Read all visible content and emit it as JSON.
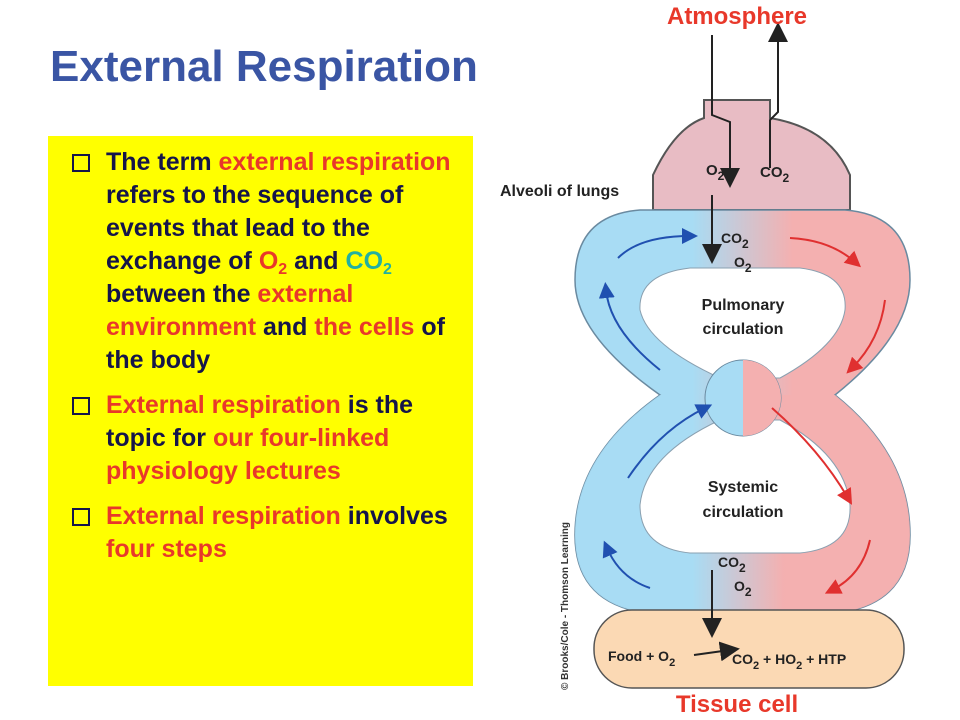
{
  "slide": {
    "title": "External Respiration",
    "bullets": [
      {
        "t1": "The term ",
        "t2": "external respiration",
        "t3": " refers to the sequence of events that lead to the exchange of ",
        "t4": "O",
        "t4sub": "2",
        "t5": " and ",
        "t6": "CO",
        "t6sub": "2",
        "t7": " between the ",
        "t8": "external environment",
        "t9": " and ",
        "t10": "the cells",
        "t11": " of the body"
      },
      {
        "t1": "External respiration",
        "t2": " is the topic for ",
        "t3": "our four-linked physiology lectures"
      },
      {
        "t1": "External respiration",
        "t2": " involves ",
        "t3": "four steps"
      }
    ]
  },
  "diagram": {
    "atmosphere": "Atmosphere",
    "alveoli": "Alveoli of lungs",
    "pulmonary": [
      "Pulmonary",
      "circulation"
    ],
    "systemic": [
      "Systemic",
      "circulation"
    ],
    "tissue_cell": "Tissue cell",
    "o2": "O",
    "co2": "CO",
    "sub2": "2",
    "food": "Food + O",
    "products": [
      "CO",
      "+",
      "HO",
      "+ HTP"
    ],
    "credit": "© Brooks/Cole - Thomson Learning",
    "colors": {
      "oxygenated": "#f4a6a6",
      "deoxygenated": "#a8dcf4",
      "alveoli": "#e8bcc4",
      "tissue": "#fbd9b4",
      "label_red": "#e8382a",
      "arrow_red": "#e03030",
      "arrow_blue": "#2050b0"
    }
  }
}
